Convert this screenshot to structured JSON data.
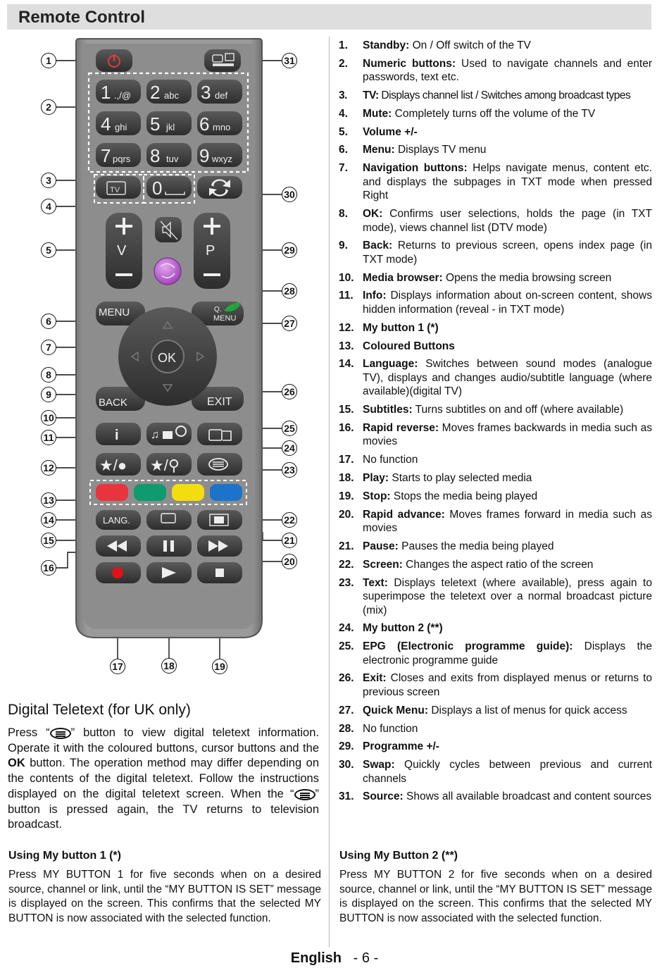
{
  "page_title": "Remote Control",
  "remote": {
    "keys": {
      "n1": "1",
      "n1s": ".,/@",
      "n2": "2",
      "n2s": "abc",
      "n3": "3",
      "n3s": "def",
      "n4": "4",
      "n4s": "ghi",
      "n5": "5",
      "n5s": "jkl",
      "n6": "6",
      "n6s": "mno",
      "n7": "7",
      "n7s": "pqrs",
      "n8": "8",
      "n8s": "tuv",
      "n9": "9",
      "n9s": "wxyz",
      "n0": "0",
      "tv": "TV",
      "vol": "V",
      "prog": "P",
      "menu": "MENU",
      "q": "Q.",
      "qmenu": "MENU",
      "ok": "OK",
      "back": "BACK",
      "exit": "EXIT",
      "info": "i",
      "lang": "LANG."
    },
    "colours": {
      "red": "#e8353d",
      "green": "#0e9c6e",
      "yellow": "#f4dd0e",
      "blue": "#1b74c9"
    },
    "callouts": [
      "1",
      "2",
      "3",
      "4",
      "5",
      "6",
      "7",
      "8",
      "9",
      "10",
      "11",
      "12",
      "13",
      "14",
      "15",
      "16",
      "17",
      "18",
      "19",
      "20",
      "21",
      "22",
      "23",
      "24",
      "25",
      "26",
      "27",
      "28",
      "29",
      "30",
      "31"
    ]
  },
  "features": [
    {
      "num": "1.",
      "title": "Standby:",
      "text": " On / Off switch of the TV"
    },
    {
      "num": "2.",
      "title": "Numeric buttons:",
      "text": " Used to navigate channels and enter passwords, text etc."
    },
    {
      "num": "3.",
      "title": "TV:",
      "text": " Displays channel list / Switches among broadcast types"
    },
    {
      "num": "4.",
      "title": "Mute:",
      "text": " Completely turns off the volume of the TV"
    },
    {
      "num": "5.",
      "title": "Volume +/-",
      "text": ""
    },
    {
      "num": "6.",
      "title": "Menu:",
      "text": " Displays TV menu"
    },
    {
      "num": "7.",
      "title": "Navigation buttons:",
      "text": " Helps navigate menus, content etc. and displays the subpages in TXT mode when pressed Right"
    },
    {
      "num": "8.",
      "title": "OK:",
      "text": " Confirms user selections, holds the page (in TXT mode), views channel list (DTV mode)"
    },
    {
      "num": "9.",
      "title": "Back:",
      "text": " Returns to previous screen, opens index page (in TXT mode)"
    },
    {
      "num": "10.",
      "title": "Media browser:",
      "text": " Opens the media browsing screen"
    },
    {
      "num": "11.",
      "title": "Info:",
      "text": " Displays information about on-screen content, shows hidden information (reveal - in TXT mode)"
    },
    {
      "num": "12.",
      "title": "My button 1 (*)",
      "text": ""
    },
    {
      "num": "13.",
      "title": "Coloured Buttons",
      "text": ""
    },
    {
      "num": "14.",
      "title": "Language:",
      "text": " Switches between sound modes (analogue TV), displays and changes audio/subtitle language (where available)(digital TV)"
    },
    {
      "num": "15.",
      "title": "Subtitles:",
      "text": " Turns subtitles on and off (where available)"
    },
    {
      "num": "16.",
      "title": "Rapid reverse:",
      "text": " Moves frames backwards in media such as movies"
    },
    {
      "num": "17.",
      "title": "",
      "text": "No function"
    },
    {
      "num": "18.",
      "title": "Play:",
      "text": " Starts to play selected media"
    },
    {
      "num": "19.",
      "title": "Stop:",
      "text": " Stops the media being played"
    },
    {
      "num": "20.",
      "title": "Rapid advance:",
      "text": " Moves frames forward in media such as movies"
    },
    {
      "num": "21.",
      "title": "Pause:",
      "text": " Pauses the media being played"
    },
    {
      "num": "22.",
      "title": "Screen:",
      "text": " Changes the aspect ratio of the screen"
    },
    {
      "num": "23.",
      "title": "Text:",
      "text": " Displays teletext (where available), press again to superimpose the teletext over a normal broadcast picture (mix)"
    },
    {
      "num": "24.",
      "title": "My button 2 (**)",
      "text": ""
    },
    {
      "num": "25.",
      "title": "EPG (Electronic programme guide):",
      "text": " Displays the electronic programme guide"
    },
    {
      "num": "26.",
      "title": "Exit:",
      "text": " Closes and exits from displayed menus or returns to previous screen"
    },
    {
      "num": "27.",
      "title": "Quick Menu:",
      "text": " Displays a list of menus for quick access"
    },
    {
      "num": "28.",
      "title": "",
      "text": "No function"
    },
    {
      "num": "29.",
      "title": "Programme +/-",
      "text": ""
    },
    {
      "num": "30.",
      "title": "Swap:",
      "text": " Quickly cycles between previous and current channels"
    },
    {
      "num": "31.",
      "title": "Source:",
      "text": " Shows all available broadcast and content sources"
    }
  ],
  "teletext": {
    "title": "Digital Teletext (for UK only)",
    "p1": "Press “",
    "p2": "” button to view digital teletext information. Operate it with the coloured buttons, cursor buttons and the ",
    "ok": "OK",
    "p3": " button. The operation method may differ depending on the contents of the digital teletext. Follow the instructions displayed on the digital teletext screen. When the “",
    "p4": "” button is pressed again, the TV returns to television broadcast."
  },
  "my_button_1": {
    "title": "Using My button 1 (*)",
    "body": "Press MY BUTTON 1  for five seconds when on a desired source, channel or link, until the  “MY BUTTON IS SET” message is displayed on the screen. This confirms that the selected MY BUTTON is now associated with the selected function."
  },
  "my_button_2": {
    "title": "Using My Button 2 (**)",
    "body": "Press MY BUTTON 2  for five seconds when on a desired source, channel or link, until the  “MY BUTTON IS SET” message is displayed on the screen. This confirms that the selected MY BUTTON is now associated with the selected function."
  },
  "footer": {
    "lang": "English",
    "page": "- 6 -"
  }
}
